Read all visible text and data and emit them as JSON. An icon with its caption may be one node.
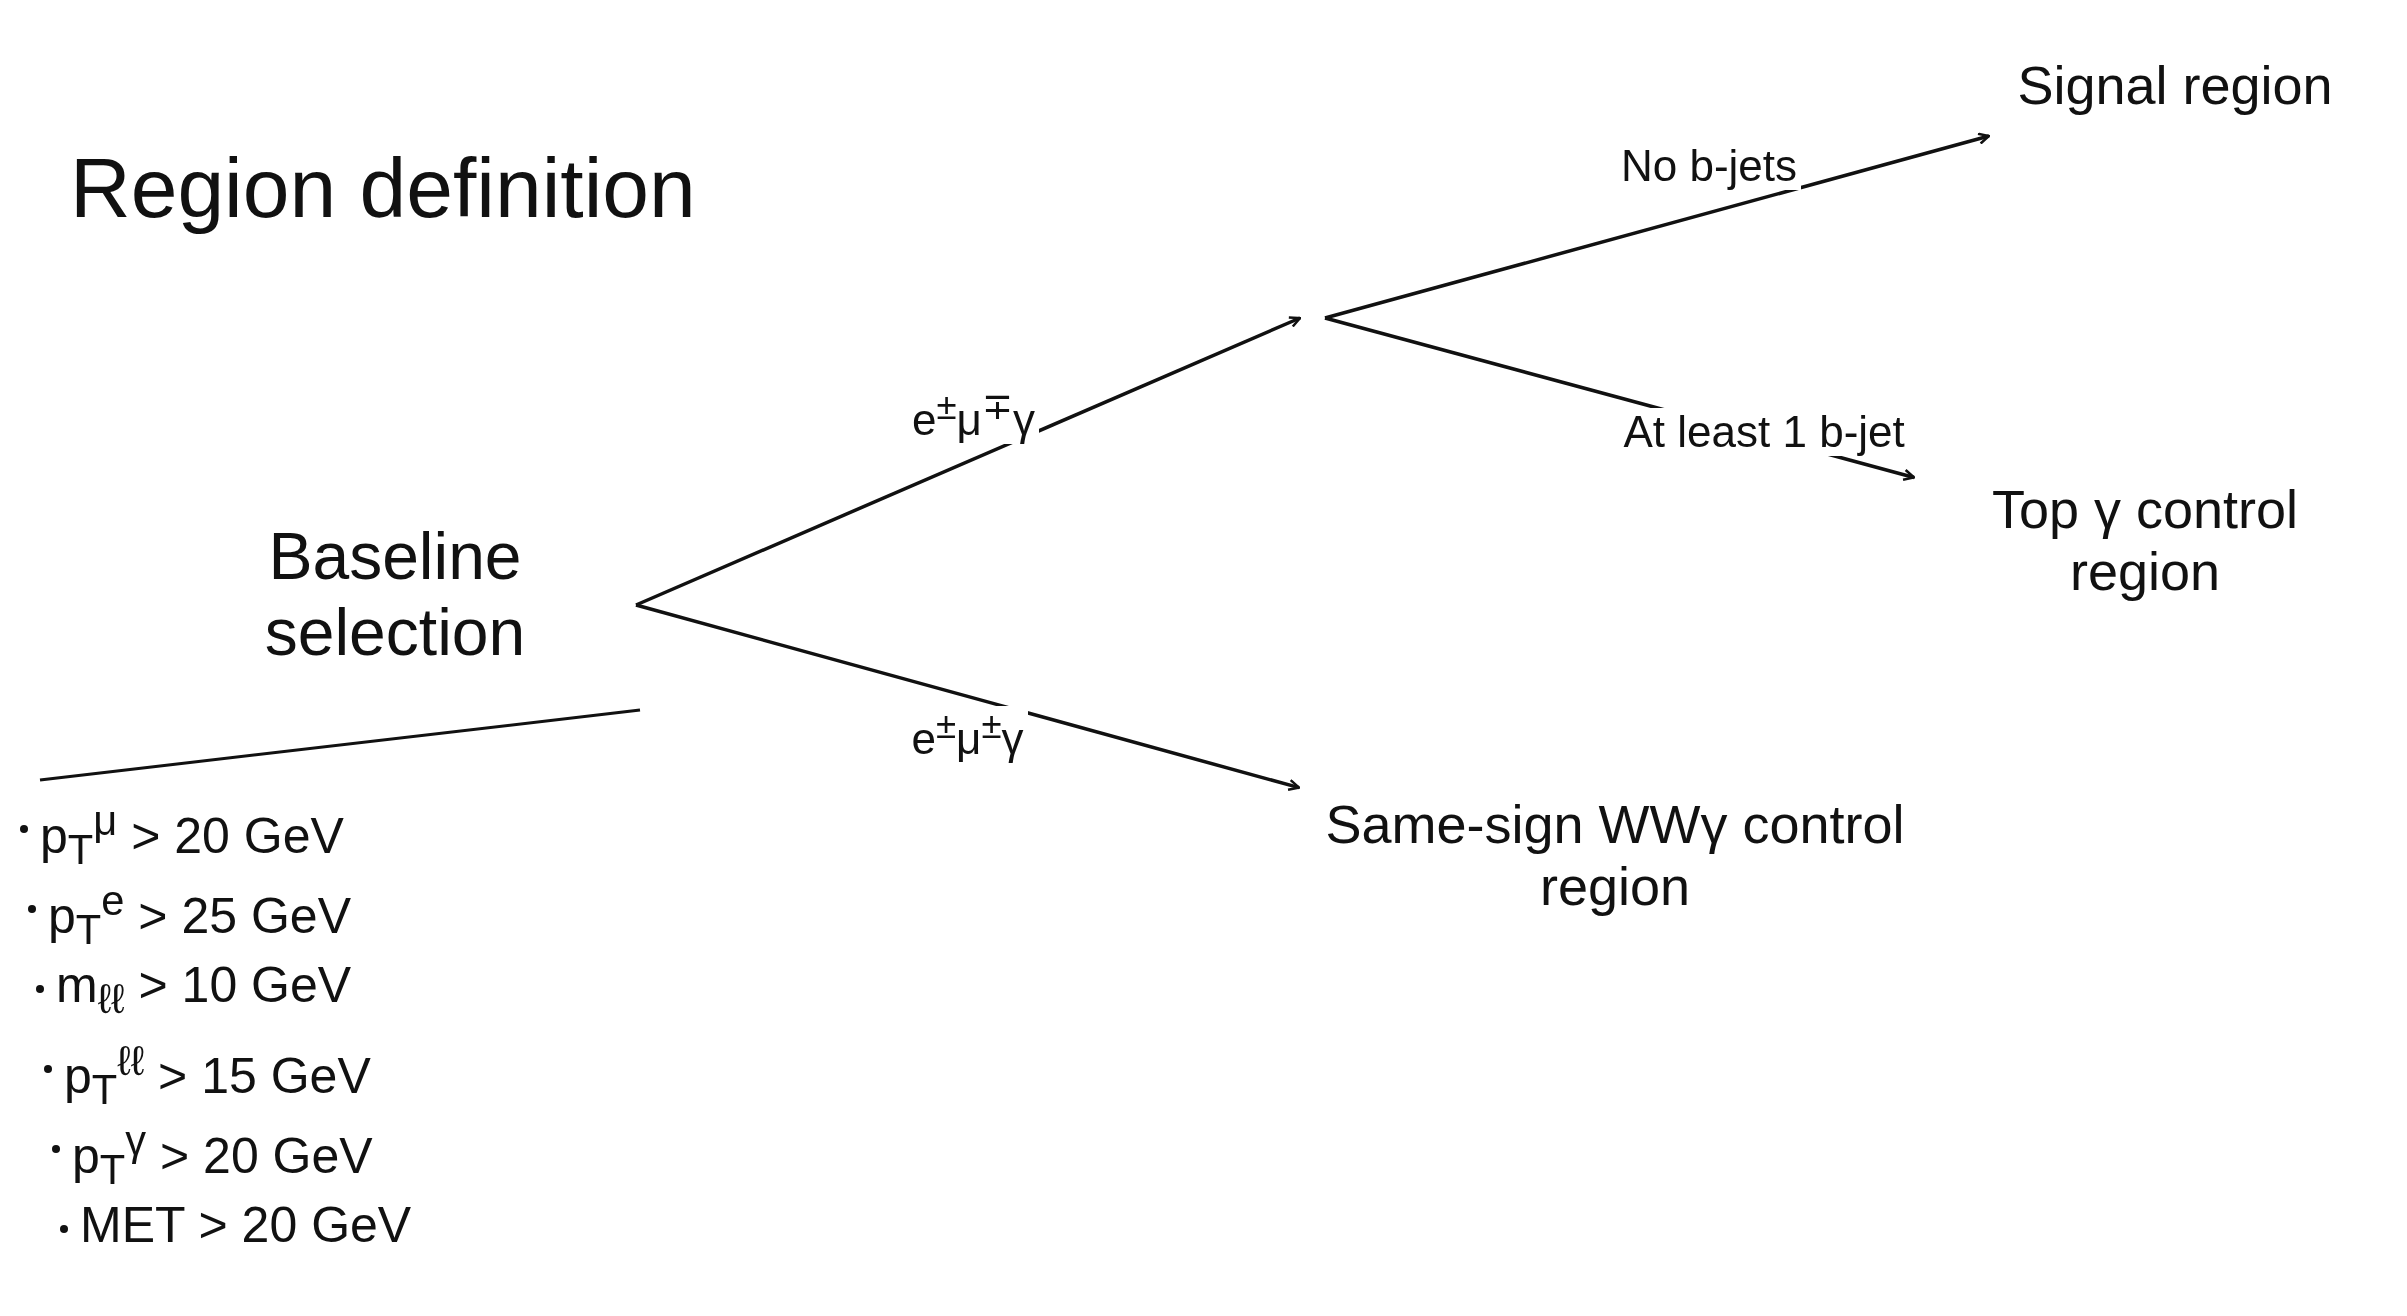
{
  "diagram": {
    "title": "Region definition",
    "nodes": [
      {
        "text": [
          "Baseline selection"
        ],
        "beside": [
          "p$_{T}$$^{μ}$ > 20 GeV",
          "p$_{T}$$^{e}$ > 25 GeV",
          "m$_{ℓℓ}$ > 10 GeV",
          "p$_{T}$$^{ℓℓ}$ > 15 GeV",
          "p$_{T}$$^{γ}$ > 20 GeV",
          "MET > 20 GeV"
        ]
      },
      {
        "text": [
          "Signal region"
        ]
      },
      {
        "text": [
          "Top γ control region"
        ]
      },
      {
        "text": [
          "Same-sign WWγ control region"
        ]
      }
    ],
    "edges": [
      {
        "from": 0,
        "to": null,
        "arrow": "to",
        "label": "e$^{±}$μ$^{∓}$γ"
      },
      {
        "from": null,
        "to": 1,
        "arrow": "to",
        "label": "No b-jets"
      },
      {
        "from": null,
        "to": 2,
        "arrow": "to",
        "label": "At least 1 b-jet"
      },
      {
        "from": 0,
        "to": 3,
        "arrow": "to",
        "label": "e$^{±}$μ$^{±}$γ"
      }
    ]
  }
}
